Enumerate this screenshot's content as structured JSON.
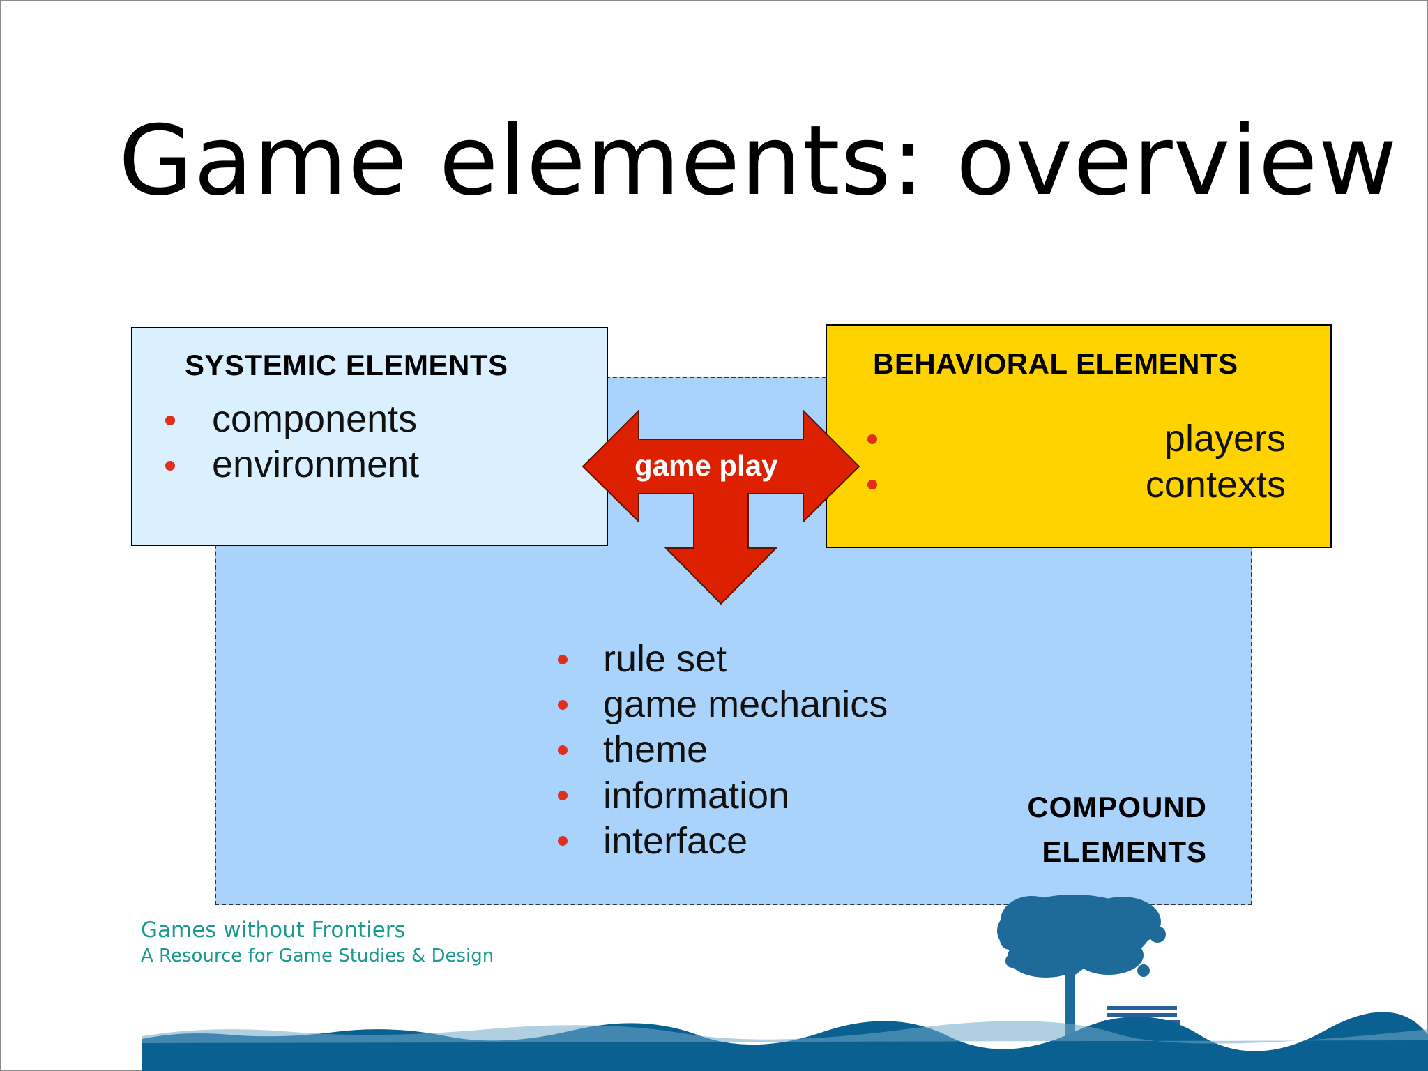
{
  "slide": {
    "title": "Game elements: overview",
    "footer_line1": "Games without Frontiers",
    "footer_line2": "A Resource for Game Studies & Design"
  },
  "systemic": {
    "heading": "SYSTEMIC ELEMENTS",
    "items": [
      "components",
      "environment"
    ]
  },
  "behavioral": {
    "heading": "BEHAVIORAL ELEMENTS",
    "items": [
      "players",
      "contexts"
    ]
  },
  "compound": {
    "heading_line1": "COMPOUND",
    "heading_line2": "ELEMENTS",
    "items": [
      "rule set",
      "game mechanics",
      "theme",
      "information",
      "interface"
    ]
  },
  "arrow": {
    "label": "game play"
  },
  "colors": {
    "systemic_fill": "#daf0fe",
    "behavioral_fill": "#ffd300",
    "compound_fill": "#a9d3fb",
    "arrow_fill": "#dd2100",
    "bullet": "#e0301c",
    "footer_text": "#1a9a8f",
    "ground": "#0a6191"
  }
}
